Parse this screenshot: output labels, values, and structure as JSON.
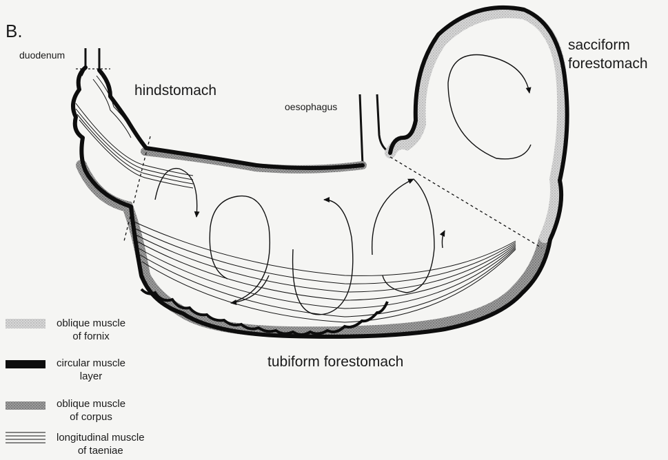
{
  "panel_letter": "B.",
  "labels": {
    "duodenum": "duodenum",
    "hindstomach": "hindstomach",
    "oesophagus": "oesophagus",
    "sacciform_line1": "sacciform",
    "sacciform_line2": "forestomach",
    "tubiform": "tubiform forestomach"
  },
  "legend": [
    {
      "line1": "oblique muscle",
      "line2": "of fornix",
      "swatch": "light-stipple"
    },
    {
      "line1": "circular muscle",
      "line2": "layer",
      "swatch": "solid-black"
    },
    {
      "line1": "oblique muscle",
      "line2": "of corpus",
      "swatch": "dark-stipple"
    },
    {
      "line1": "longitudinal muscle",
      "line2": "of taeniae",
      "swatch": "parallel-lines"
    }
  ]
}
